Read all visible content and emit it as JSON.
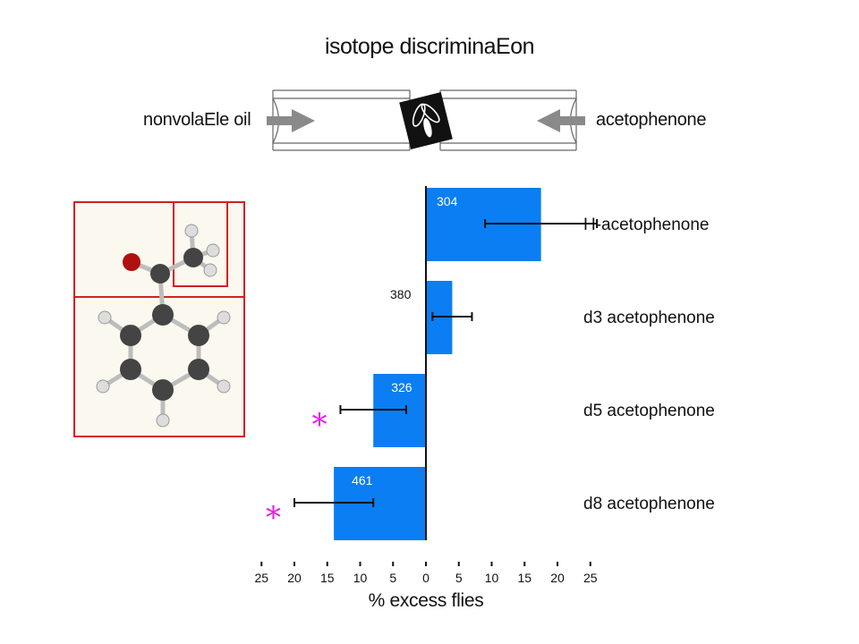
{
  "header": {
    "title": "isotope discriminaEon"
  },
  "apparatus": {
    "left_label": "nonvolaEle oil",
    "right_label": "acetophenone",
    "center_icon": "fly-icon"
  },
  "molecule": {
    "icon": "acetophenone-ball-and-stick-model"
  },
  "colors": {
    "bar": "#0a7ef2",
    "asterisk": "#e020e0",
    "box": "#d42020",
    "arrow": "#8a8a8a"
  },
  "chart_data": {
    "type": "bar",
    "orientation": "horizontal",
    "categories": [
      "H-acetophenone",
      "d3 acetophenone",
      "d5 acetophenone",
      "d8 acetophenone"
    ],
    "values": [
      17.5,
      4,
      -8,
      -14
    ],
    "error": [
      8.5,
      3,
      5,
      6
    ],
    "counts": [
      "304",
      "380",
      "326",
      "461"
    ],
    "significant": [
      false,
      false,
      true,
      true
    ],
    "significance_marker": "*",
    "xlim": [
      -25,
      25
    ],
    "ticks": [
      -25,
      -20,
      -15,
      -10,
      -5,
      0,
      5,
      10,
      15,
      20,
      25
    ],
    "tick_labels": [
      "25",
      "20",
      "15",
      "10",
      "5",
      "0",
      "5",
      "10",
      "15",
      "20",
      "25"
    ],
    "xlabel": "% excess flies"
  }
}
